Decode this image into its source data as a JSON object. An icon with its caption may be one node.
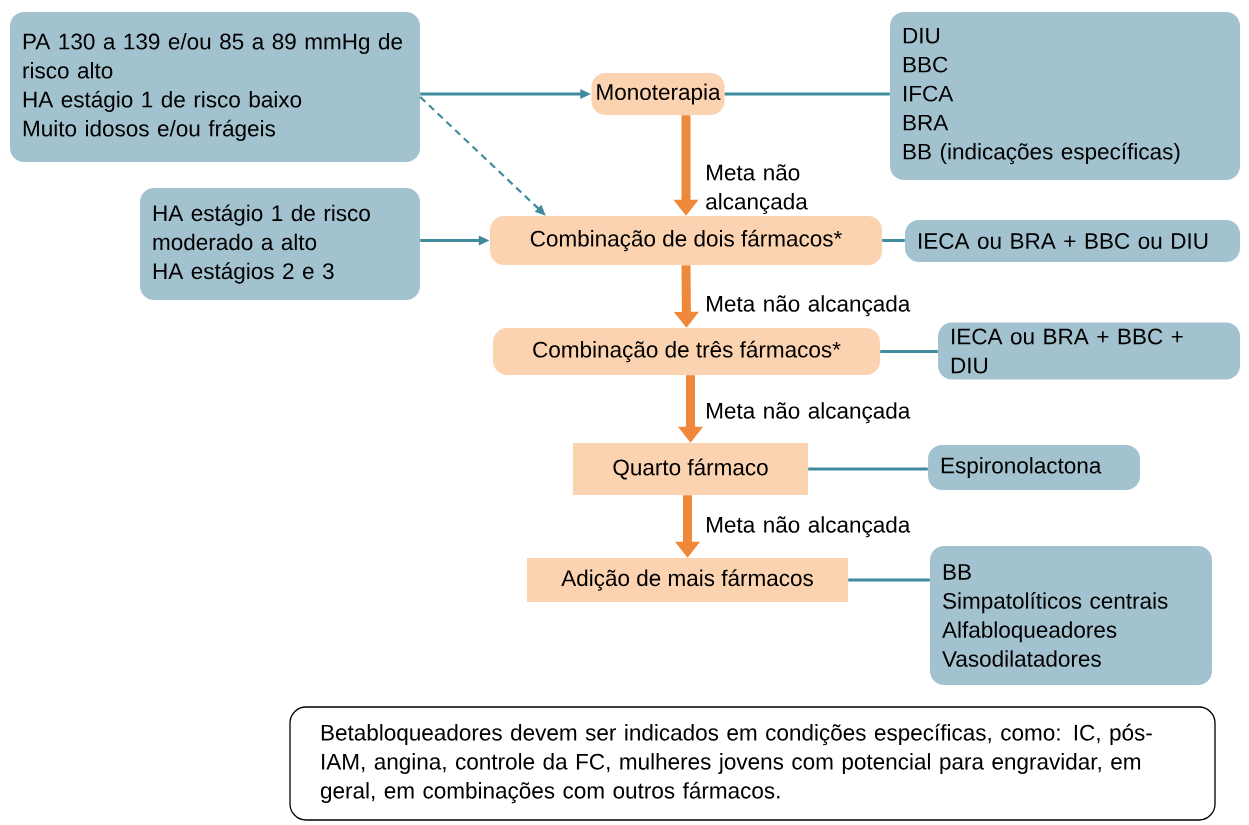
{
  "diagram": {
    "nodes": [
      {
        "text": [
          "PA 130 a 139 e/ou 85 a 89 mmHg de risco alto",
          "HA estágio 1 de risco baixo",
          "Muito idosos e/ou frágeis"
        ]
      },
      {
        "text": [
          "Monoterapia"
        ]
      },
      {
        "text": [
          "DIU",
          "BBC",
          "IFCA",
          "BRA",
          "BB (indicações específicas)"
        ]
      },
      {
        "text": [
          "HA estágio 1 de risco moderado a alto",
          "HA estágios 2 e 3"
        ]
      },
      {
        "text": [
          "Combinação de dois fármacos*"
        ]
      },
      {
        "text": [
          "IECA ou BRA + BBC ou DIU"
        ]
      },
      {
        "text": [
          "Combinação de três fármacos*"
        ]
      },
      {
        "text": [
          "IECA ou BRA + BBC + DIU"
        ]
      },
      {
        "text": [
          "Quarto fármaco"
        ]
      },
      {
        "text": [
          "Espironolactona"
        ]
      },
      {
        "text": [
          "Adição de mais fármacos"
        ]
      },
      {
        "text": [
          "BB",
          "Simpatolíticos centrais",
          "Alfabloqueadores",
          "Vasodilatadores"
        ]
      },
      {
        "text": [
          "Betabloqueadores devem ser indicados em condições específicas, como: IC, pós-IAM, angina, controle da FC, mulheres jovens com potencial para engravidar, em geral, em combinações com outros fármacos."
        ]
      }
    ],
    "edges": [
      {
        "from": 0,
        "to": 1,
        "arrow": "to"
      },
      {
        "from": 0,
        "to": 4,
        "arrow": "to",
        "style": "dashed"
      },
      {
        "from": 3,
        "to": 4,
        "arrow": "to"
      },
      {
        "from": 1,
        "to": 2,
        "arrow": "none"
      },
      {
        "from": 1,
        "to": 4,
        "arrow": "to",
        "label": "Meta não alcançada",
        "style": "thick",
        "color": "#f0883a"
      },
      {
        "from": 4,
        "to": 5,
        "arrow": "none"
      },
      {
        "from": 4,
        "to": 6,
        "arrow": "to",
        "label": "Meta não alcançada",
        "style": "thick",
        "color": "#f0883a"
      },
      {
        "from": 6,
        "to": 7,
        "arrow": "none"
      },
      {
        "from": 6,
        "to": 8,
        "arrow": "to",
        "label": "Meta não alcançada",
        "style": "thick",
        "color": "#f0883a"
      },
      {
        "from": 8,
        "to": 9,
        "arrow": "none"
      },
      {
        "from": 8,
        "to": 10,
        "arrow": "to",
        "label": "Meta não alcançada",
        "style": "thick",
        "color": "#f0883a"
      },
      {
        "from": 10,
        "to": 11,
        "arrow": "none"
      }
    ]
  }
}
